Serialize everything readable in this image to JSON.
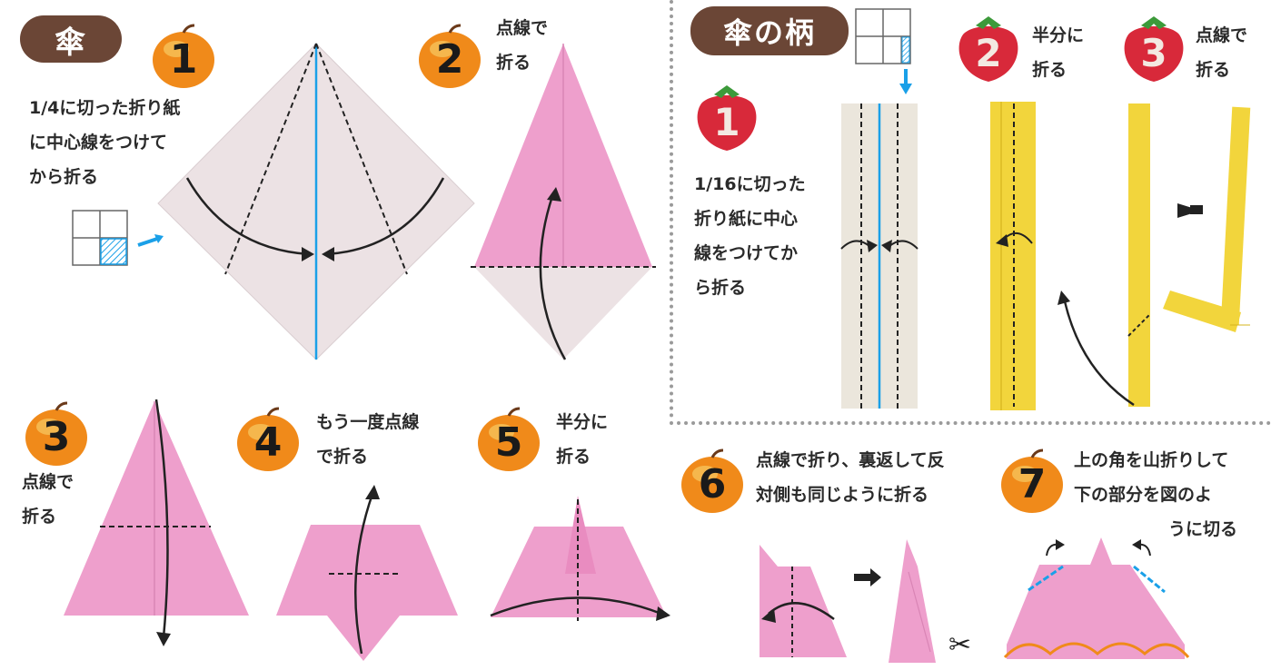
{
  "umbrella": {
    "title": "傘",
    "step1": {
      "num": "1",
      "lines": [
        "1/4に切った折り紙",
        "に中心線をつけて",
        "から折る"
      ]
    },
    "step2": {
      "num": "2",
      "lines": [
        "点線で",
        "折る"
      ]
    },
    "step3": {
      "num": "3",
      "lines": [
        "点線で",
        "折る"
      ]
    },
    "step4": {
      "num": "4",
      "lines": [
        "もう一度点線",
        "で折る"
      ]
    },
    "step5": {
      "num": "5",
      "lines": [
        "半分に",
        "折る"
      ]
    },
    "step6": {
      "num": "6",
      "lines": [
        "点線で折り、裏返して反",
        "対側も同じように折る"
      ]
    },
    "step7": {
      "num": "7",
      "lines": [
        "上の角を山折りして",
        "下の部分を図のよ",
        "うに切る"
      ]
    }
  },
  "handle": {
    "title": "傘の柄",
    "step1": {
      "num": "1",
      "lines": [
        "1/16に切った",
        "折り紙に中心",
        "線をつけてか",
        "ら折る"
      ]
    },
    "step2": {
      "num": "2",
      "lines": [
        "半分に",
        "折る"
      ]
    },
    "step3": {
      "num": "3",
      "lines": [
        "点線で",
        "折る"
      ]
    }
  },
  "icons": {
    "apple_badge": "apple-number-icon",
    "strawberry_badge": "strawberry-number-icon",
    "scissors": "scissors-icon",
    "arrow": "right-arrow-icon"
  },
  "colors": {
    "title_pill": "#6b4636",
    "paper_pink": "#ee9fcc",
    "paper_light": "#ece2e4",
    "handle_yellow": "#f2d53c",
    "center_line": "#1aa0e8",
    "fold_line": "#222222",
    "apple": "#f08a1a",
    "strawberry": "#d8293a"
  }
}
